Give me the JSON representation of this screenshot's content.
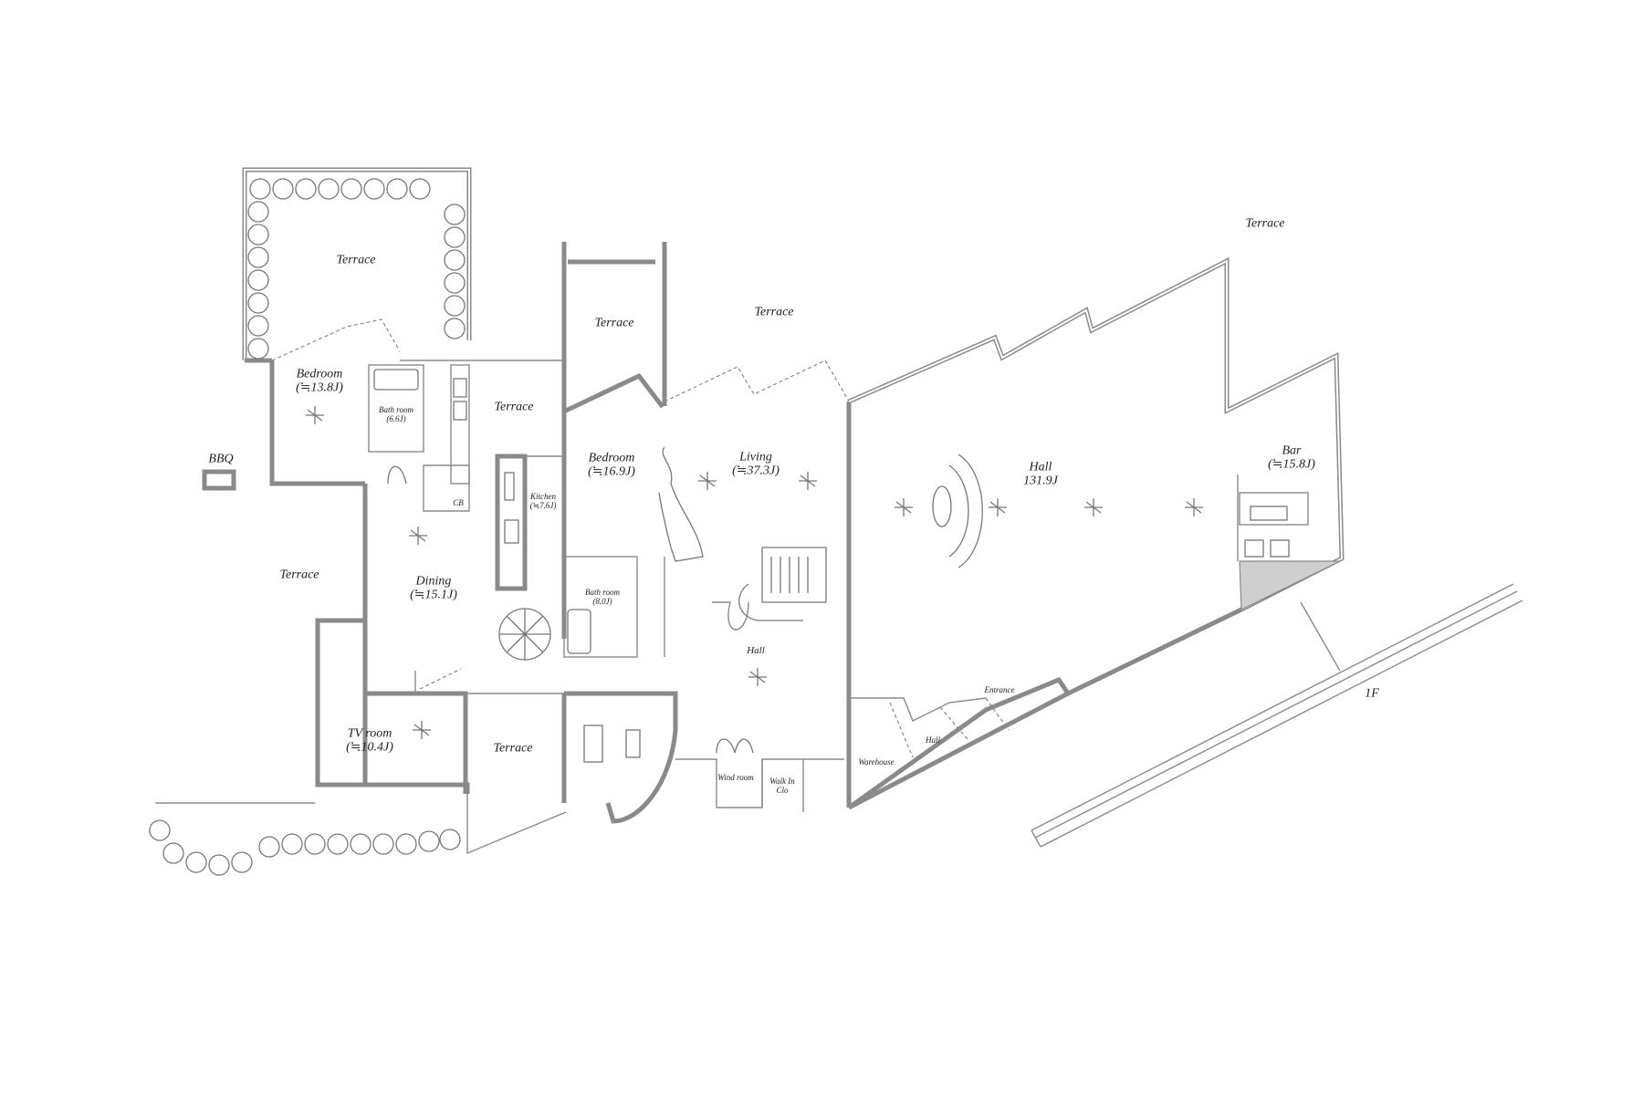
{
  "plan": {
    "floor_label": "1F",
    "rooms": [
      {
        "id": "terrace-top-left",
        "name": "Terrace",
        "area": ""
      },
      {
        "id": "bedroom-1",
        "name": "Bedroom",
        "area": "(≒13.8J)"
      },
      {
        "id": "bathroom-1",
        "name": "Bath room",
        "area": "(6.6J)"
      },
      {
        "id": "terrace-mid",
        "name": "Terrace",
        "area": ""
      },
      {
        "id": "bbq",
        "name": "BBQ",
        "area": ""
      },
      {
        "id": "terrace-left",
        "name": "Terrace",
        "area": ""
      },
      {
        "id": "dining",
        "name": "Dining",
        "area": "(≒15.1J)"
      },
      {
        "id": "kitchen",
        "name": "Kitchen",
        "area": "(≒7.6J)"
      },
      {
        "id": "terrace-narrow",
        "name": "Terrace",
        "area": ""
      },
      {
        "id": "terrace-top-center",
        "name": "Terrace",
        "area": ""
      },
      {
        "id": "bedroom-2",
        "name": "Bedroom",
        "area": "(≒16.9J)"
      },
      {
        "id": "bathroom-2",
        "name": "Bath room",
        "area": "(8.0J)"
      },
      {
        "id": "living",
        "name": "Living",
        "area": "(≒37.3J)"
      },
      {
        "id": "hall-main",
        "name": "Hall",
        "area": "131.9J"
      },
      {
        "id": "terrace-top-right",
        "name": "Terrace",
        "area": ""
      },
      {
        "id": "bar",
        "name": "Bar",
        "area": "(≒15.8J)"
      },
      {
        "id": "hall-small",
        "name": "Hall",
        "area": ""
      },
      {
        "id": "tv-room",
        "name": "TV room",
        "area": "(≒10.4J)"
      },
      {
        "id": "terrace-bottom",
        "name": "Terrace",
        "area": ""
      },
      {
        "id": "wind-room",
        "name": "Wind room",
        "area": ""
      },
      {
        "id": "walk-in-closet",
        "name": "Walk In Clo",
        "area": ""
      },
      {
        "id": "warehouse",
        "name": "Warehouse",
        "area": ""
      },
      {
        "id": "entrance-hall",
        "name": "Hall",
        "area": ""
      },
      {
        "id": "entrance",
        "name": "Entrance",
        "area": ""
      }
    ],
    "fixtures": {
      "closet_label": "CB"
    }
  }
}
